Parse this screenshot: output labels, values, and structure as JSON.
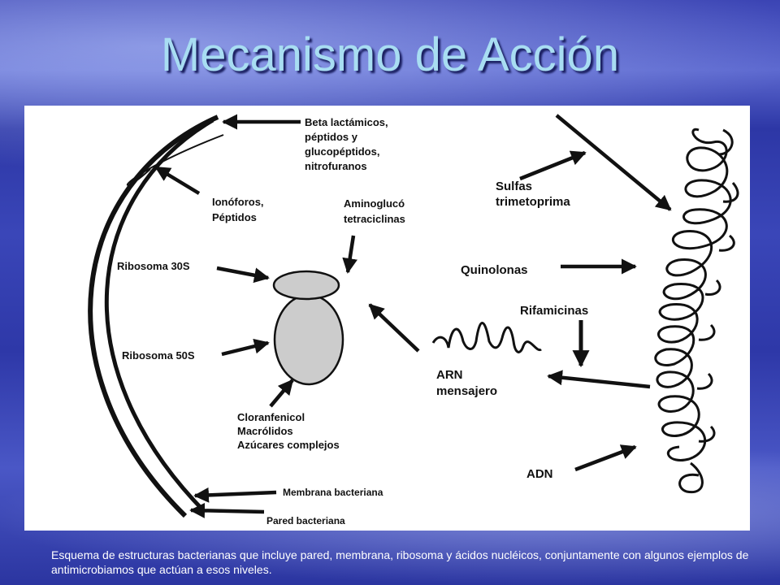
{
  "title": "Mecanismo de Acción",
  "diagram": {
    "labels": {
      "beta": [
        "Beta lactámicos,",
        "péptidos y",
        "glucopéptidos,",
        "nitrofuranos"
      ],
      "ionoforos": [
        "Ionóforos,",
        "Péptidos"
      ],
      "aminogluco": [
        "Aminoglucó",
        "tetraciclinas"
      ],
      "ribosoma30": "Ribosoma 30S",
      "ribosoma50": "Ribosoma 50S",
      "cloranfenicol": [
        "Cloranfenicol",
        "Macrólidos",
        "Azúcares complejos"
      ],
      "membrana": "Membrana bacteriana",
      "pared": "Pared bacteriana",
      "sulfas": [
        "Sulfas",
        "trimetoprima"
      ],
      "quinolonas": "Quinolonas",
      "rifamicinas": "Rifamicinas",
      "arn": [
        "ARN",
        "mensajero"
      ],
      "adn": "ADN"
    },
    "colors": {
      "ribosome_fill": "#cccccc",
      "stroke": "#111111"
    }
  },
  "caption": "Esquema de estructuras bacterianas que incluye pared, membrana, ribosoma y ácidos nucléicos, conjuntamente con algunos ejemplos de antimicrobiamos que actúan a esos niveles."
}
